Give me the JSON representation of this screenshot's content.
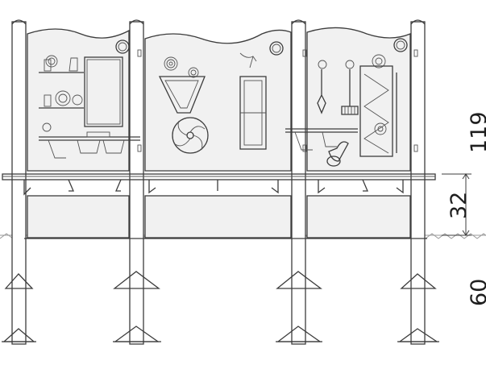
{
  "dimensions": {
    "upper": "119",
    "middle": "32",
    "lower": "60"
  },
  "colors": {
    "line": "#3c3c3c",
    "panel": "#f1f1f1",
    "ground": "#9a9a9a"
  }
}
